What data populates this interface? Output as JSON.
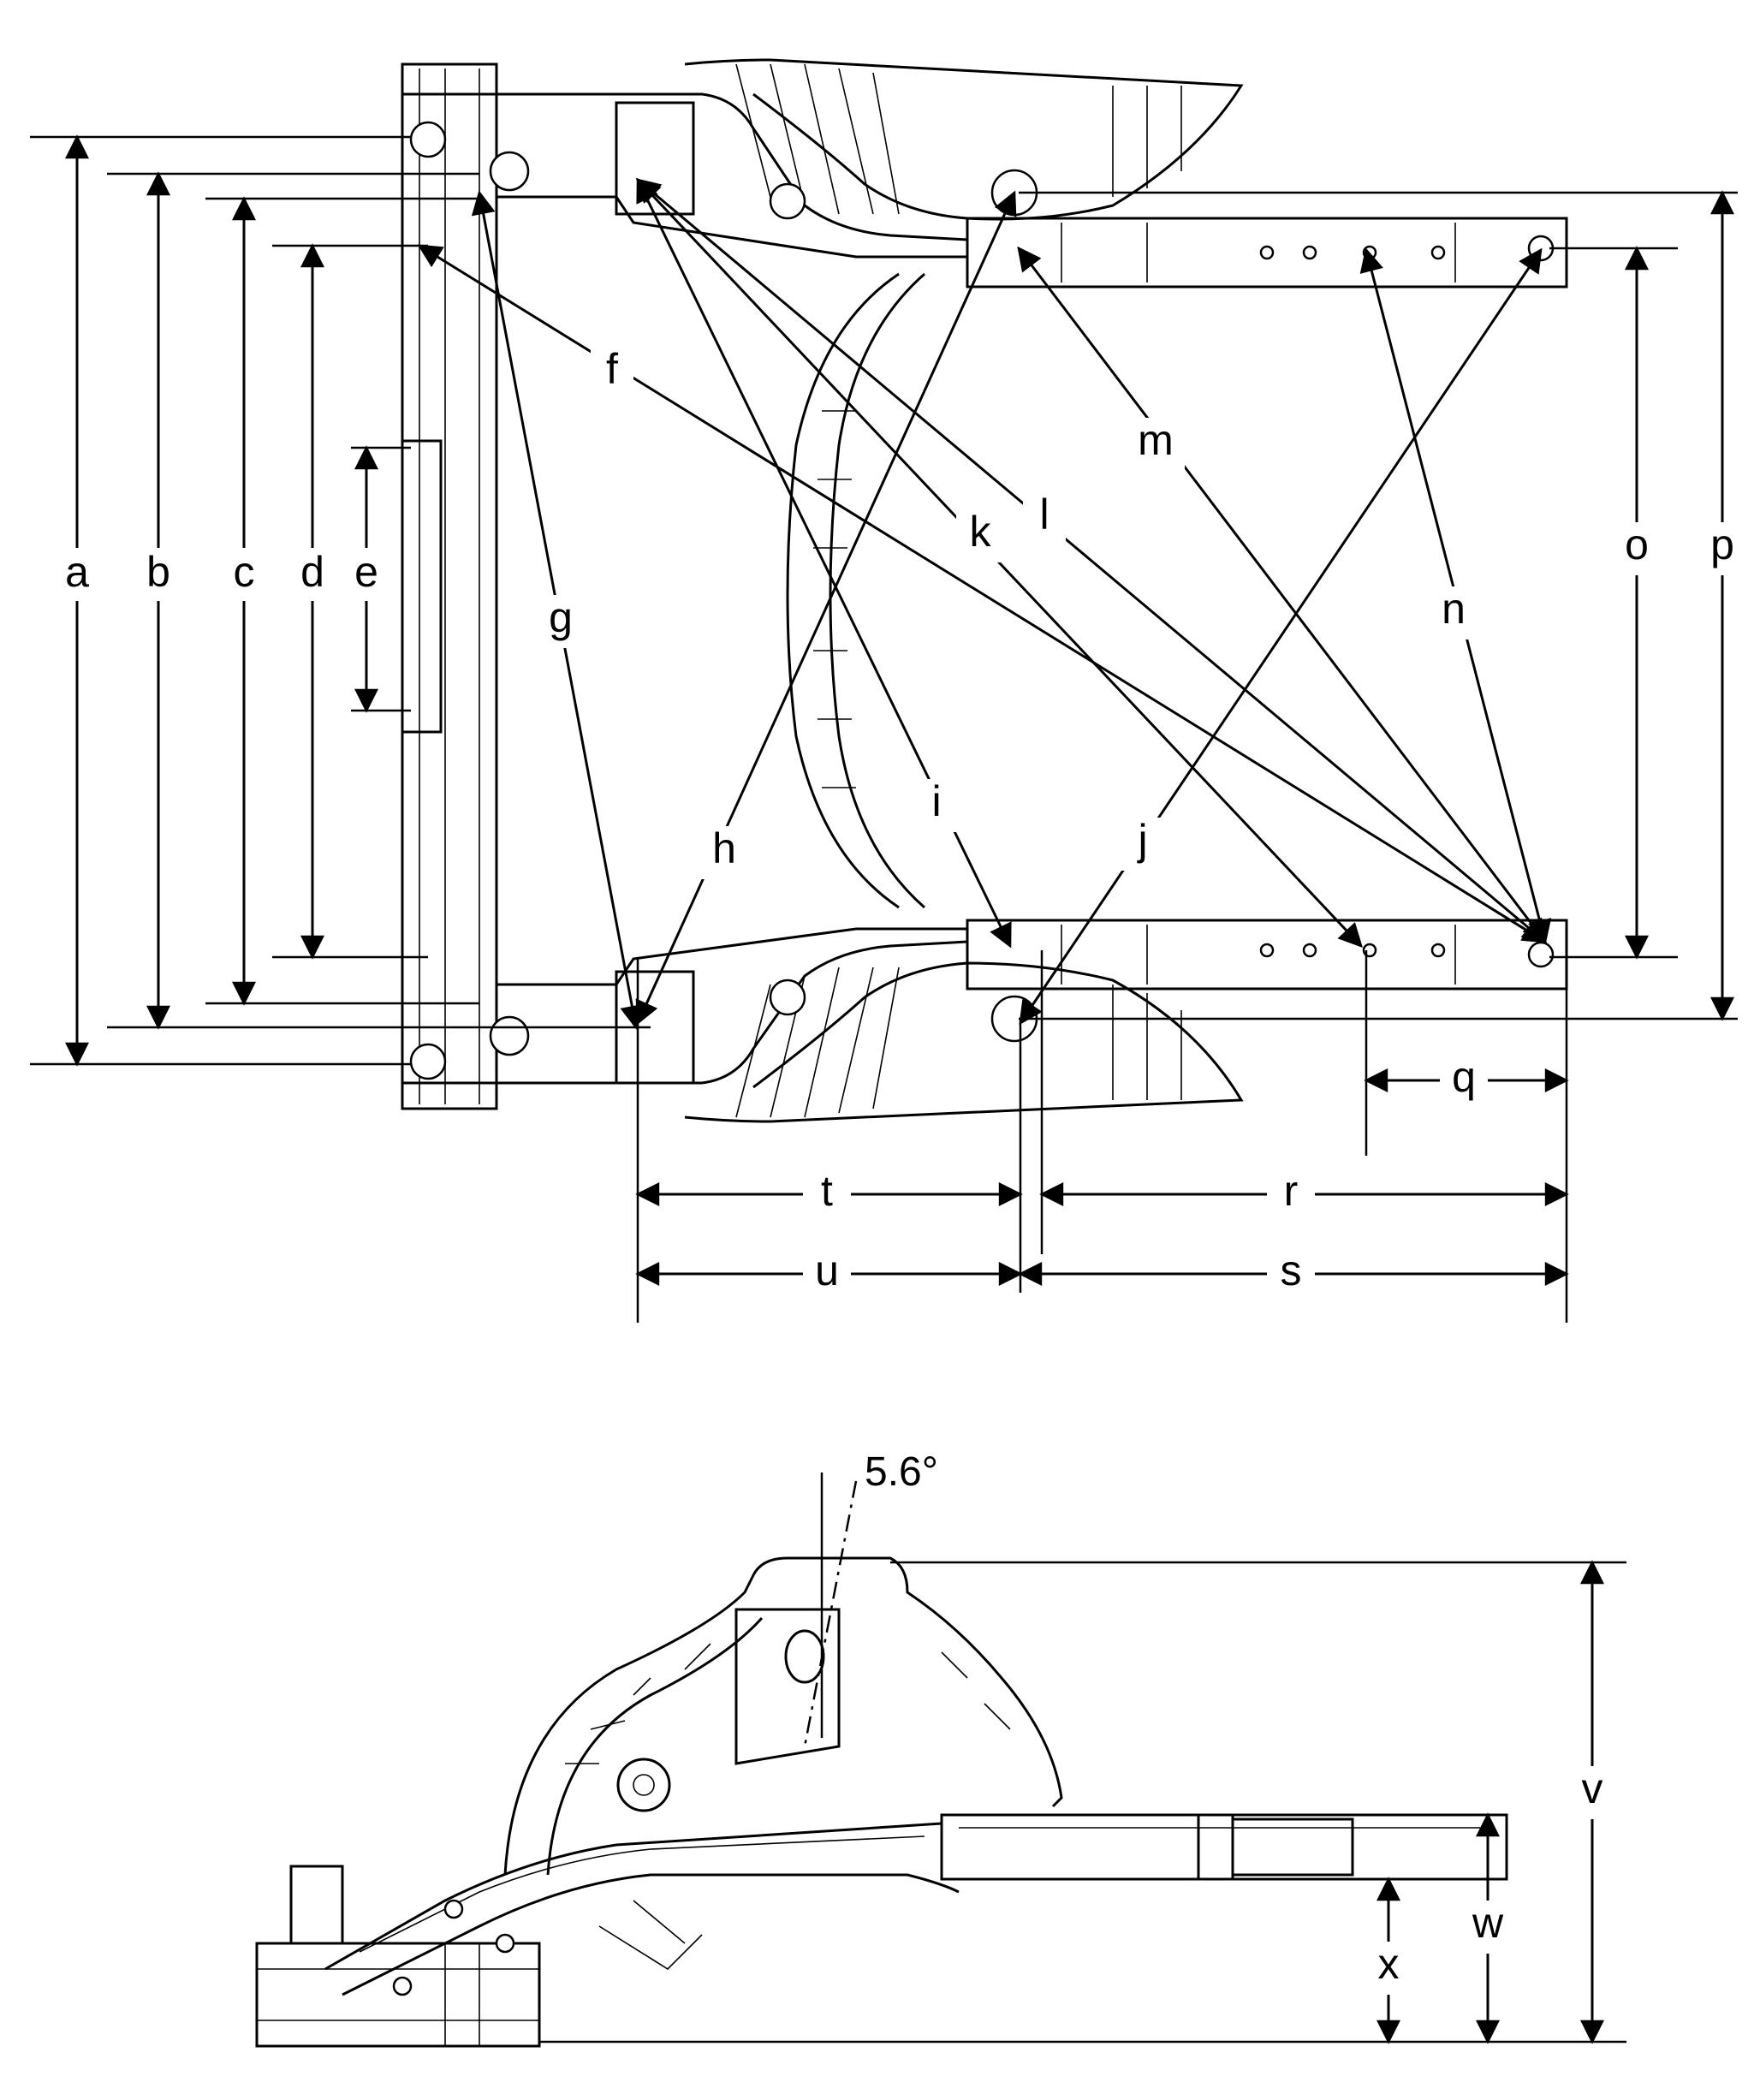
{
  "labels": {
    "a": "a",
    "b": "b",
    "c": "c",
    "d": "d",
    "e": "e",
    "f": "f",
    "g": "g",
    "h": "h",
    "i": "i",
    "j": "j",
    "k": "k",
    "l": "l",
    "m": "m",
    "n": "n",
    "o": "o",
    "p": "p",
    "q": "q",
    "r": "r",
    "s": "s",
    "t": "t",
    "u": "u",
    "v": "v",
    "w": "w",
    "x": "x"
  },
  "angle": "5.6°"
}
